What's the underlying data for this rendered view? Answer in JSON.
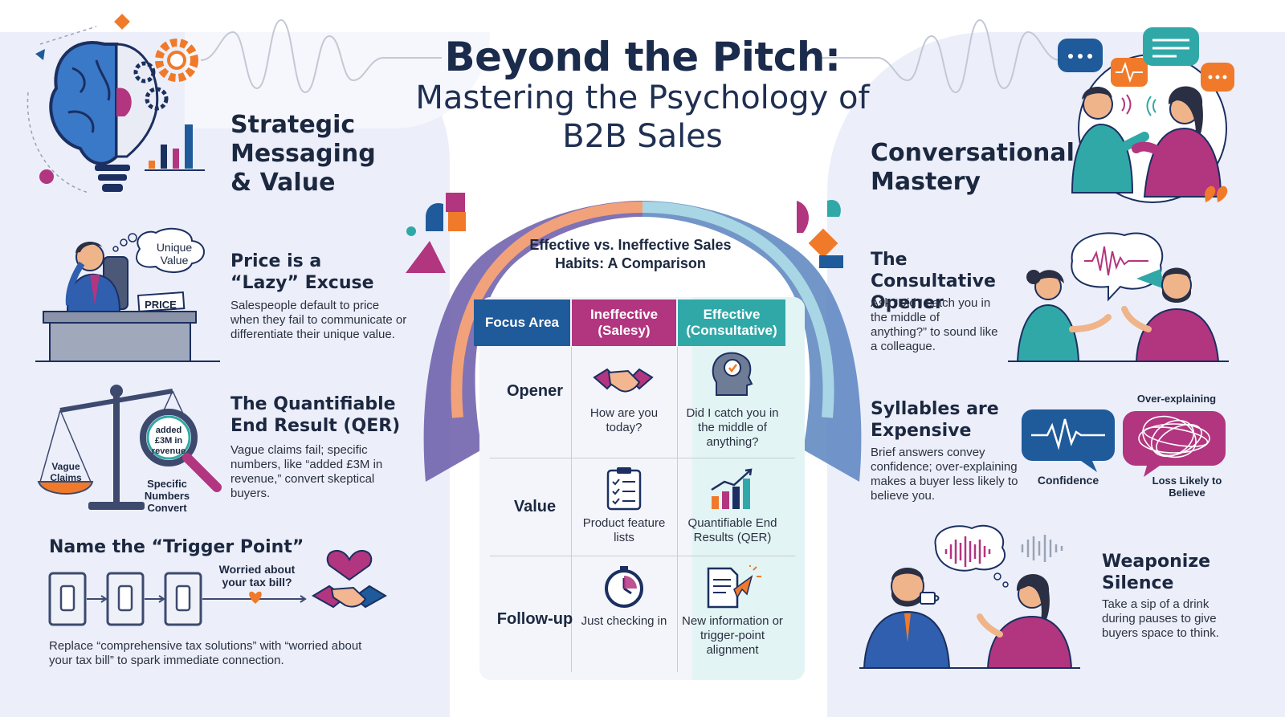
{
  "title": "Beyond the Pitch:",
  "subtitle": "Mastering the Psychology of B2B Sales",
  "left": {
    "section_heading": "Strategic Messaging & Value",
    "price": {
      "heading": "Price is a “Lazy” Excuse",
      "body": "Salespeople default to price when they fail to communicate or differentiate their unique value.",
      "bubble": "Unique Value",
      "sign": "PRICE"
    },
    "qer": {
      "heading": "The Quantifiable End Result (QER)",
      "body": "Vague claims fail; specific numbers, like “added £3M in revenue,” convert skeptical buyers.",
      "scale_left": "Vague Claims",
      "lens": "added £3M in revenue",
      "scale_right": "Specific Numbers Convert"
    },
    "trigger": {
      "heading": "Name the “Trigger Point”",
      "bubble": "Worried about your tax bill?",
      "body": "Replace “comprehensive tax solutions” with “worried about your tax bill” to spark immediate connection."
    }
  },
  "table": {
    "title": "Effective vs. Ineffective Sales Habits: A Comparison",
    "headers": [
      "Focus Area",
      "Ineffective (Salesy)",
      "Effective (Consultative)"
    ],
    "rows": [
      {
        "label": "Opener",
        "ineffective": "How are you today?",
        "effective": "Did I catch you in the middle of anything?"
      },
      {
        "label": "Value",
        "ineffective": "Product feature lists",
        "effective": "Quantifiable End Results (QER)"
      },
      {
        "label": "Follow-up",
        "ineffective": "Just checking in",
        "effective": "New information or trigger-point alignment"
      }
    ]
  },
  "right": {
    "section_heading": "Conversational Mastery",
    "opener": {
      "heading": "The Consultative Opener",
      "body": "Ask “Did I catch you in the middle of anything?” to sound like a colleague."
    },
    "syllables": {
      "heading": "Syllables are Expensive",
      "body": "Brief answers convey confidence; over-explaining makes a buyer less likely to believe you.",
      "over_label": "Over-explaining",
      "confidence_label": "Confidence",
      "loss_label": "Loss Likely to Believe"
    },
    "silence": {
      "heading": "Weaponize Silence",
      "body": "Take a sip of a drink during pauses to give buyers space to think."
    }
  },
  "colors": {
    "navy": "#1f5a9a",
    "magenta": "#b2357f",
    "teal": "#31a8a8",
    "orange": "#f07a2a",
    "background": "#eceffa"
  }
}
